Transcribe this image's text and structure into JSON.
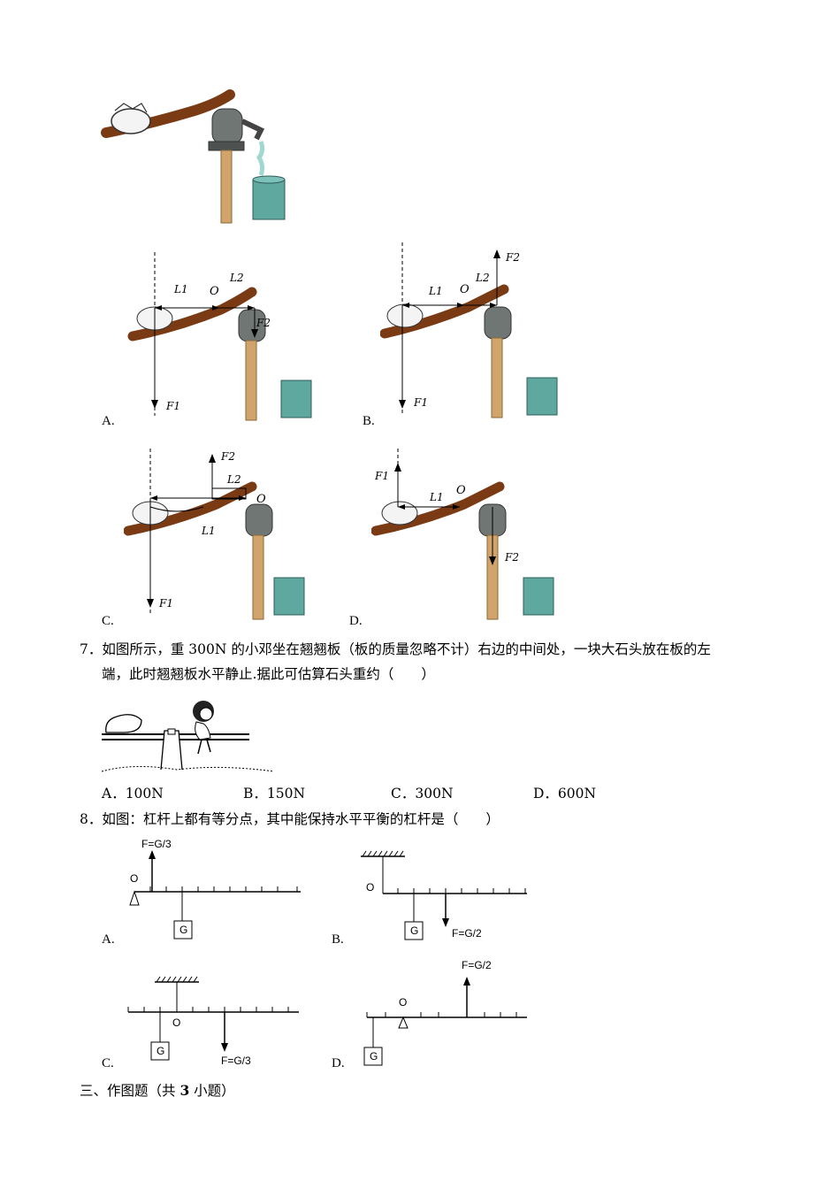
{
  "q6": {
    "options": [
      {
        "letter": "A.",
        "labels": {
          "l1": "L1",
          "l2": "L2",
          "o": "O",
          "f1": "F1",
          "f2": "F2"
        }
      },
      {
        "letter": "B.",
        "labels": {
          "l1": "L1",
          "l2": "L2",
          "o": "O",
          "f1": "F1",
          "f2": "F2"
        }
      },
      {
        "letter": "C.",
        "labels": {
          "l1": "L1",
          "l2": "L2",
          "o": "O",
          "f1": "F1",
          "f2": "F2"
        }
      },
      {
        "letter": "D.",
        "labels": {
          "l1": "L1",
          "o": "O",
          "f1": "F1",
          "f2": "F2"
        }
      }
    ]
  },
  "q7": {
    "number": "7．",
    "line1": "如图所示，重 300N 的小邓坐在翘翘板（板的质量忽略不计）右边的中间处，一块大石头放在板的左",
    "line2": "端，此时翘翘板水平静止.据此可估算石头重约（　　）",
    "choices": [
      "A．100N",
      "B．150N",
      "C．300N",
      "D．600N"
    ]
  },
  "q8": {
    "number": "8．",
    "line1": "如图：杠杆上都有等分点，其中能保持水平平衡的杠杆是（　　）",
    "options": [
      {
        "letter": "A.",
        "force": "F=G/3",
        "pivot": "O",
        "weight": "G"
      },
      {
        "letter": "B.",
        "force": "F=G/2",
        "pivot": "O",
        "weight": "G"
      },
      {
        "letter": "C.",
        "force": "F=G/3",
        "pivot": "O",
        "weight": "G"
      },
      {
        "letter": "D.",
        "force": "F=G/2",
        "pivot": "O",
        "weight": "G"
      }
    ]
  },
  "section3": {
    "prefix": "三、作图题（共 ",
    "count": "3",
    "suffix": " 小题）"
  }
}
